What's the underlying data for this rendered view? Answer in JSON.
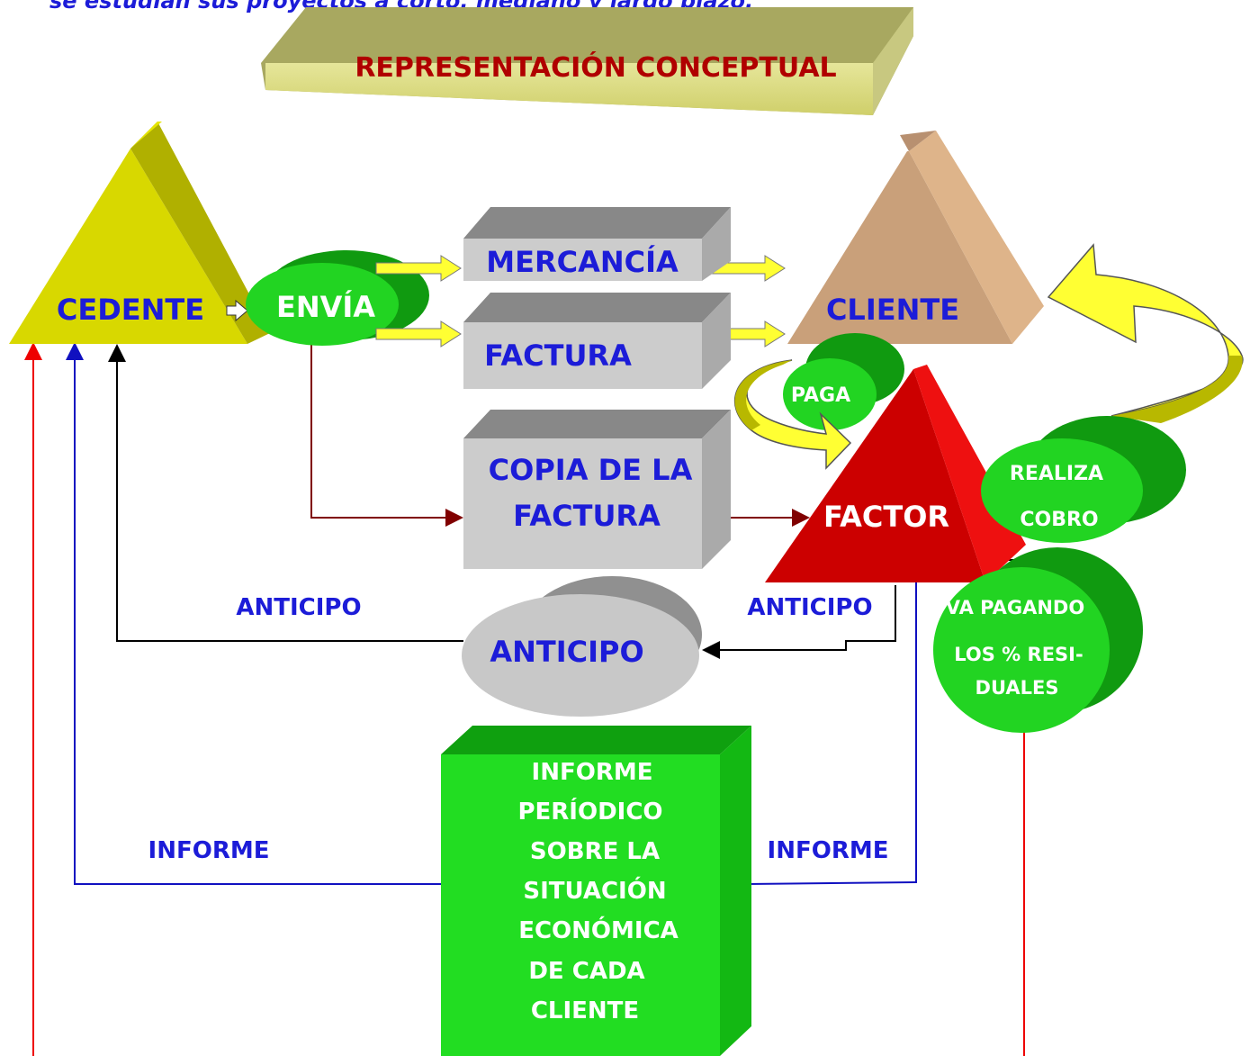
{
  "header": {
    "top_text": "se estudian sus proyectos a corto, mediano y largo plazo.",
    "banner": "REPRESENTACIÓN CONCEPTUAL"
  },
  "entities": {
    "cedente": "CEDENTE",
    "cliente": "CLIENTE",
    "factor": "FACTOR"
  },
  "actions": {
    "envia": "ENVÍA",
    "paga": "PAGA",
    "realiza_1": "REALIZA",
    "realiza_2": "COBRO",
    "va_pagando_1": "VA PAGANDO",
    "va_pagando_2": "LOS % RESI-",
    "va_pagando_3": "DUALES"
  },
  "documents": {
    "mercancia": "MERCANCÍA",
    "factura": "FACTURA",
    "copia_1": "COPIA DE LA",
    "copia_2": "FACTURA",
    "anticipo_box": "ANTICIPO"
  },
  "flow_labels": {
    "anticipo_left": "ANTICIPO",
    "anticipo_right": "ANTICIPO",
    "informe_left": "INFORME",
    "informe_right": "INFORME"
  },
  "report": {
    "line1": "INFORME",
    "line2": "PERÍODICO",
    "line3": "SOBRE LA",
    "line4": "SITUACIÓN",
    "line5": "ECONÓMICA",
    "line6": "DE CADA",
    "line7": "CLIENTE"
  },
  "colors": {
    "label_blue": "#1c1cd8",
    "cedente": "#d6d600",
    "cliente": "#c9a07a",
    "factor": "#cc0000",
    "green": "#17c417",
    "yellow_arrow": "#ffff33",
    "gray_box": "#c8c8c8",
    "report_green": "#22dd22"
  }
}
